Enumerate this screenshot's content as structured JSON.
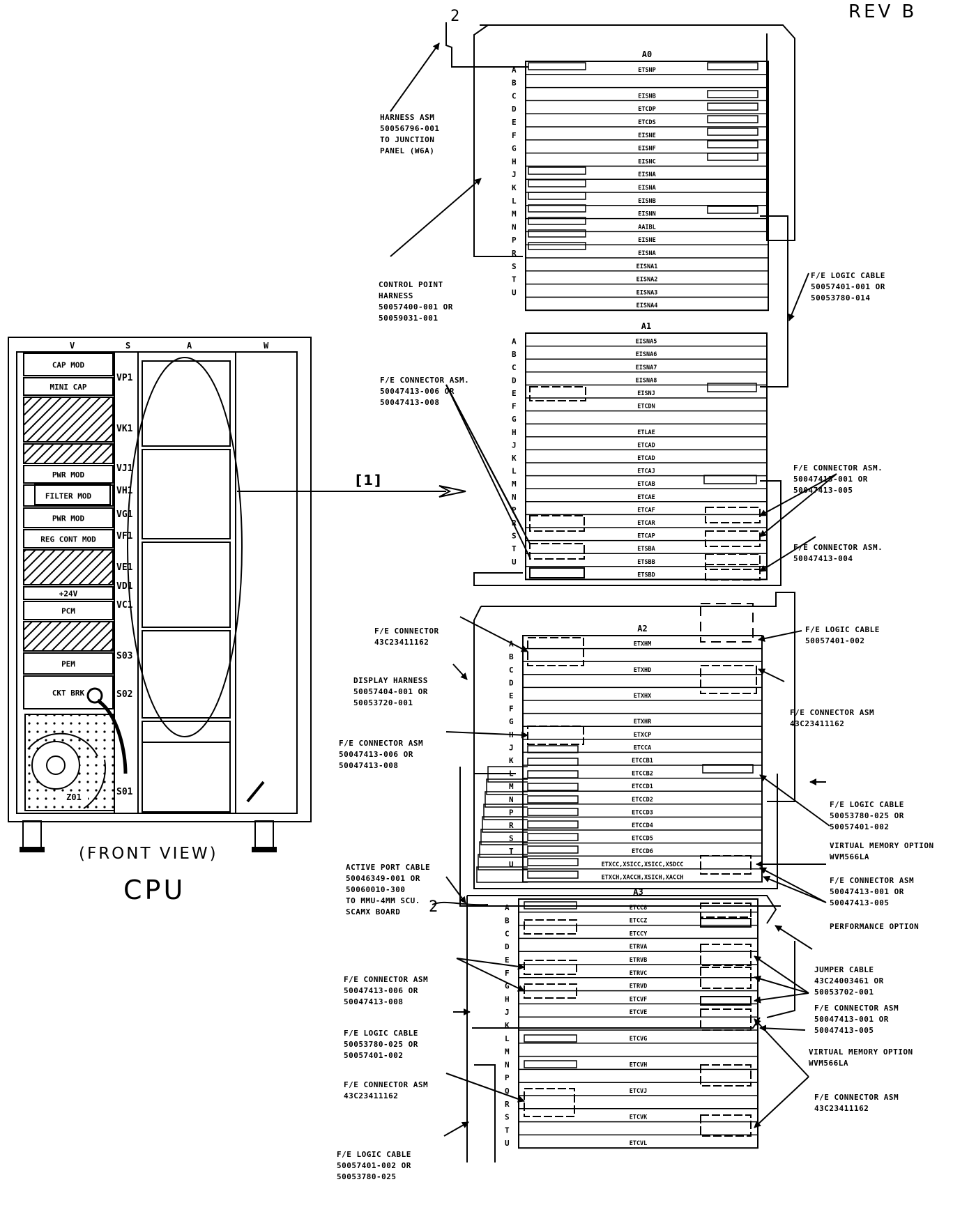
{
  "revision": "REV B",
  "cpu": {
    "title": "CPU",
    "view_label": "(FRONT VIEW)",
    "column_labels": [
      "V",
      "S",
      "A",
      "W"
    ],
    "v_modules": [
      "CAP MOD",
      "MINI CAP",
      "",
      "",
      "PWR MOD",
      "FILTER MOD",
      "PWR MOD",
      "REG CONT MOD",
      "",
      "+24V",
      "PCM",
      "",
      "PEM",
      "CKT BRK",
      "Z01"
    ],
    "s_slots": [
      "VP1",
      "VK1",
      "VJ1",
      "VH1",
      "VG1",
      "VF1",
      "VE1",
      "VD1",
      "VC1",
      "S03",
      "S02",
      "S01"
    ]
  },
  "callout": "[1]",
  "racks": {
    "A0": {
      "title": "A0",
      "rows": [
        "A",
        "B",
        "C",
        "D",
        "E",
        "F",
        "G",
        "H",
        "J",
        "K",
        "L",
        "M",
        "N",
        "P",
        "R",
        "S",
        "T",
        "U"
      ],
      "labels": [
        "ETSNP",
        "",
        "EISNB",
        "ETCDP",
        "ETCDS",
        "EISNE",
        "EISNF",
        "EISNC",
        "EISNA",
        "EISNA",
        "EISNB",
        "EISNN",
        "AAIBL",
        "EISNE",
        "EISNA",
        "EISNA1",
        "EISNA2",
        "EISNA3",
        "EISNA4"
      ]
    },
    "A1": {
      "title": "A1",
      "rows": [
        "A",
        "B",
        "C",
        "D",
        "E",
        "F",
        "G",
        "H",
        "J",
        "K",
        "L",
        "M",
        "N",
        "P",
        "R",
        "S",
        "T",
        "U"
      ],
      "labels": [
        "EISNA5",
        "EISNA6",
        "EISNA7",
        "EISNA8",
        "EISNJ",
        "ETCDN",
        "",
        "ETLAE",
        "ETCAD",
        "ETCAD",
        "ETCAJ",
        "ETCAB",
        "ETCAE",
        "ETCAF",
        "ETCAR",
        "ETCAP",
        "ETSBA",
        "ETSBB",
        "ETSBD"
      ]
    },
    "A2": {
      "title": "A2",
      "rows": [
        "A",
        "B",
        "C",
        "D",
        "E",
        "F",
        "G",
        "H",
        "J",
        "K",
        "L",
        "M",
        "N",
        "P",
        "R",
        "S",
        "T",
        "U"
      ],
      "labels": [
        "ETXHM",
        "",
        "ETXHD",
        "",
        "ETXHX",
        "",
        "ETXHR",
        "ETXCP",
        "ETCCA",
        "ETCCB1",
        "ETCCB2",
        "ETCCD1",
        "ETCCD2",
        "ETCCD3",
        "ETCCD4",
        "ETCCD5",
        "ETCCD6",
        "ETXCC,XSICC,XSICC,XSDCC",
        "ETXCH,XACCH,XSICH,XACCH"
      ]
    },
    "A3": {
      "title": "A3",
      "rows": [
        "A",
        "B",
        "C",
        "D",
        "E",
        "F",
        "G",
        "H",
        "J",
        "K",
        "L",
        "M",
        "N",
        "P",
        "Q",
        "R",
        "S",
        "T",
        "U"
      ],
      "labels": [
        "ETCC8",
        "ETCCZ",
        "ETCCY",
        "ETRVA",
        "ETRVB",
        "ETRVC",
        "ETRVD",
        "ETCVF",
        "ETCVE",
        "",
        "ETCVG",
        "",
        "ETCVH",
        "",
        "ETCVJ",
        "",
        "ETCVK",
        "",
        "ETCVL"
      ]
    }
  },
  "callouts": {
    "harness_asm": [
      "HARNESS ASM",
      "50056796-001",
      "TO JUNCTION",
      "PANEL (W6A)"
    ],
    "control_point": [
      "CONTROL POINT",
      "HARNESS",
      "50057400-001 OR",
      "50059031-001"
    ],
    "fe_logic_a0": [
      "F/E LOGIC CABLE",
      "50057401-001 OR",
      "50053780-014"
    ],
    "fe_conn_a1_left": [
      "F/E CONNECTOR ASM.",
      "50047413-006 OR",
      "50047413-008"
    ],
    "fe_conn_a1_right": [
      "F/E CONNECTOR ASM.",
      "50047413-001 OR",
      "50047413-005"
    ],
    "fe_conn_a1_right2": [
      "F/E CONNECTOR ASM.",
      "50047413-004"
    ],
    "fe_conn_a2_top": [
      "F/E CONNECTOR",
      "43C23411162"
    ],
    "fe_logic_a2": [
      "F/E LOGIC CABLE",
      "50057401-002"
    ],
    "display_harness": [
      "DISPLAY HARNESS",
      "50057404-001 OR",
      "50053720-001"
    ],
    "fe_conn_a2_right": [
      "F/E CONNECTOR ASM",
      "43C23411162"
    ],
    "fe_conn_a2_left": [
      "F/E CONNECTOR ASM",
      "50047413-006 OR",
      "50047413-008"
    ],
    "fe_logic_a2_right": [
      "F/E LOGIC CABLE",
      "50053780-025 OR",
      "50057401-002"
    ],
    "virtual_memory_1": [
      "VIRTUAL MEMORY OPTION",
      "WVM566LA"
    ],
    "active_port": [
      "ACTIVE PORT CABLE",
      "50046349-001 OR",
      "50060010-300",
      "TO MMU-4MM SCU.",
      "SCAMX BOARD"
    ],
    "fe_conn_a2_right2": [
      "F/E CONNECTOR ASM",
      "50047413-001 OR",
      "50047413-005"
    ],
    "performance": [
      "PERFORMANCE OPTION"
    ],
    "jumper": [
      "JUMPER CABLE",
      "43C24003461 OR",
      "50053702-001"
    ],
    "fe_conn_a3_left": [
      "F/E CONNECTOR ASM",
      "50047413-006 OR",
      "50047413-008"
    ],
    "fe_conn_a3_right": [
      "F/E CONNECTOR ASM",
      "50047413-001 OR",
      "50047413-005"
    ],
    "fe_logic_a3": [
      "F/E LOGIC CABLE",
      "50053780-025 OR",
      "50057401-002"
    ],
    "virtual_memory_2": [
      "VIRTUAL MEMORY OPTION",
      "WVM566LA"
    ],
    "fe_conn_a3_mid": [
      "F/E CONNECTOR ASM",
      "43C23411162"
    ],
    "fe_conn_a3_right2": [
      "F/E CONNECTOR ASM",
      "43C23411162"
    ],
    "fe_logic_bottom": [
      "F/E LOGIC CABLE",
      "50057401-002 OR",
      "50053780-025"
    ]
  }
}
